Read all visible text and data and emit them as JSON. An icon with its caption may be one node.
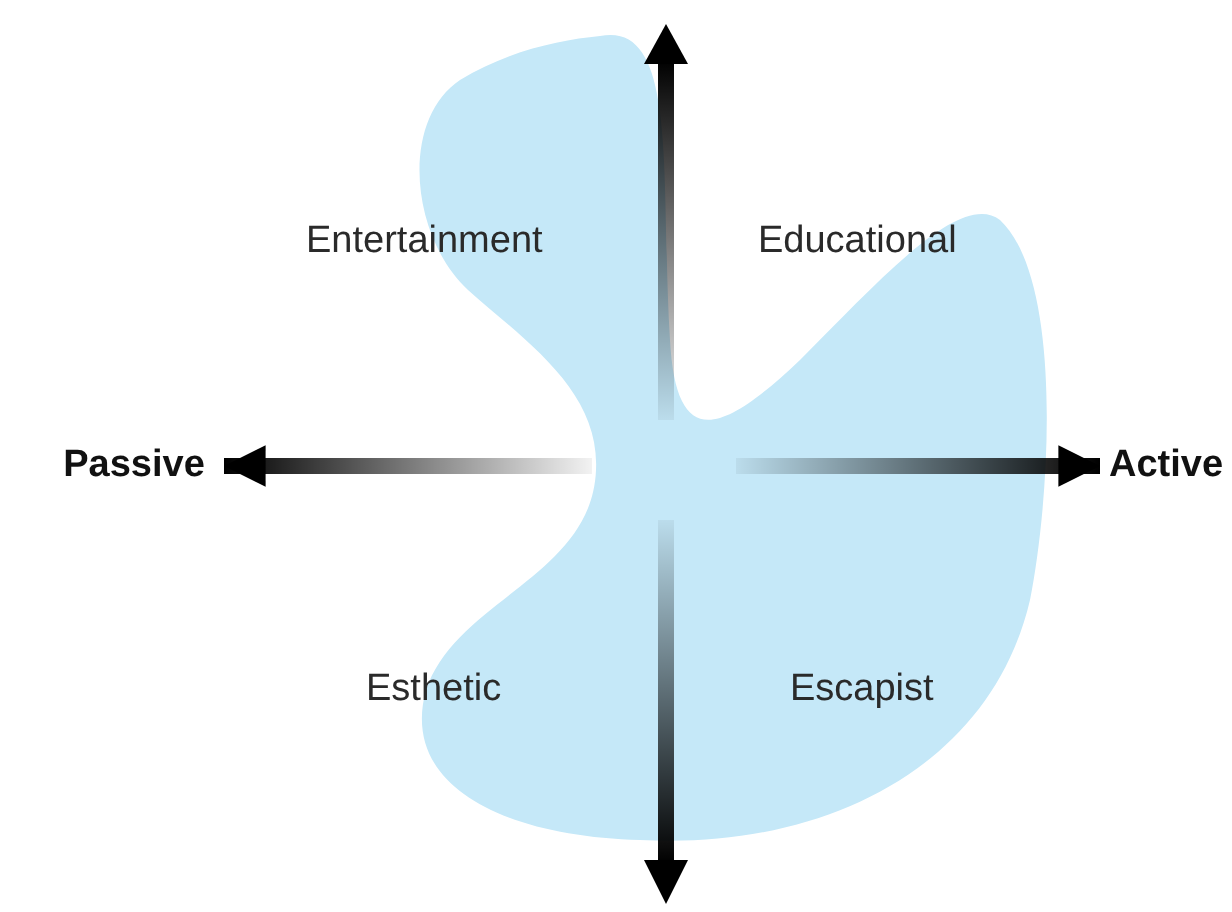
{
  "diagram": {
    "nodes": [
      {
        "text": [
          "Passive"
        ]
      },
      {
        "text": [
          "Active"
        ]
      }
    ],
    "edges": [
      {
        "from": null,
        "to": 0,
        "arrow": "to"
      },
      {
        "from": null,
        "to": 1,
        "arrow": "to"
      }
    ],
    "labels": [
      "Entertainment",
      "Educational",
      "Esthetic",
      "Escapist"
    ]
  }
}
